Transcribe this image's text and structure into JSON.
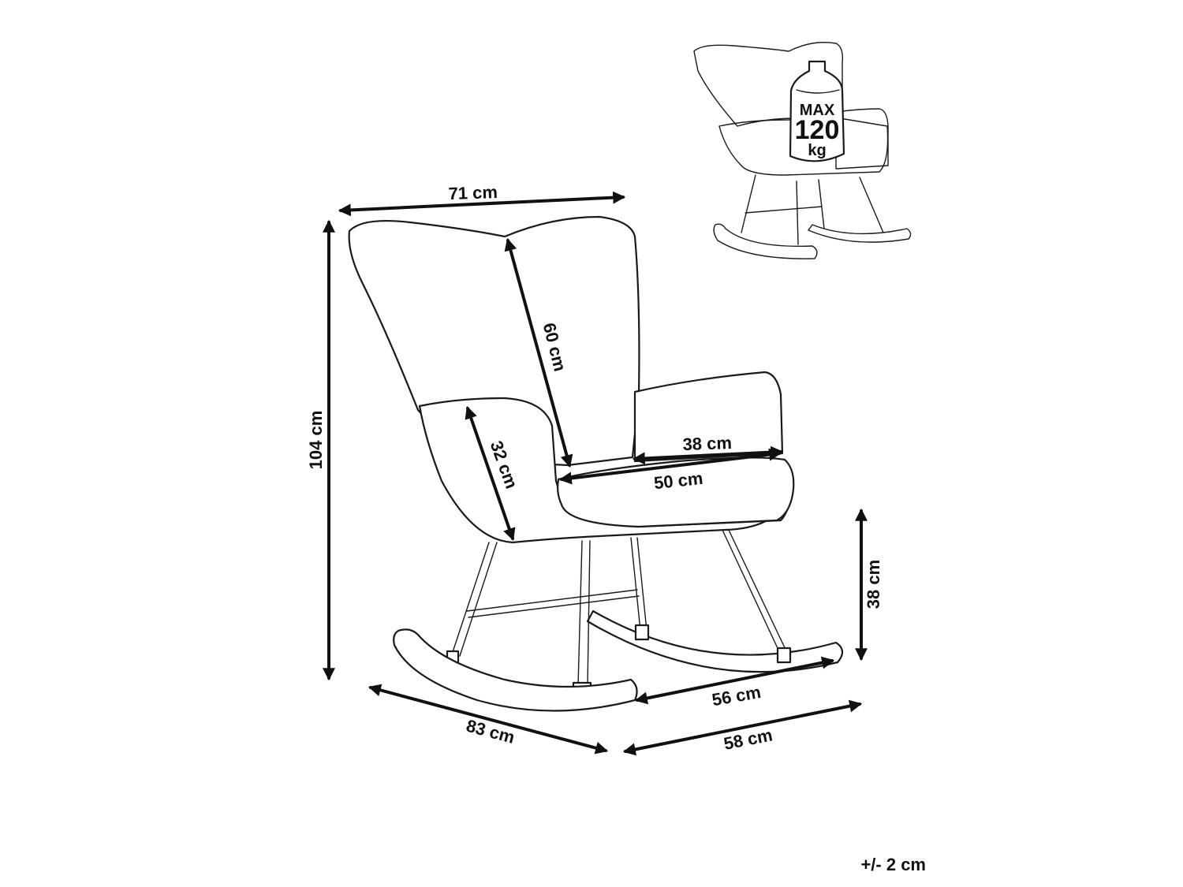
{
  "dimensions": {
    "width_top": "71 cm",
    "height_total": "104 cm",
    "backrest_height": "60 cm",
    "armrest_height": "32 cm",
    "armrest_depth": "38 cm",
    "seat_depth": "50 cm",
    "seat_height": "38 cm",
    "rocker_width": "56 cm",
    "depth_total": "83 cm",
    "width_base": "58 cm"
  },
  "max_load": {
    "prefix": "MAX",
    "value": "120",
    "unit": "kg"
  },
  "tolerance": "+/- 2 cm",
  "colors": {
    "line": "#1a1a1a",
    "background": "#ffffff"
  }
}
